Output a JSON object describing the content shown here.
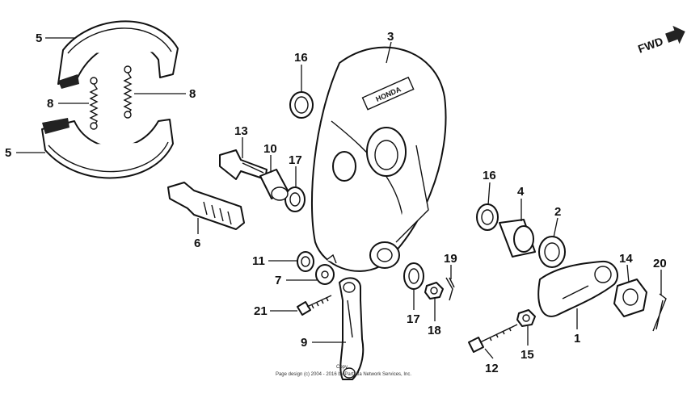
{
  "diagram": {
    "direction_label": "FWD",
    "copyright_line1": "Copy",
    "copyright_line2": "Page design (c) 2004 - 2016 by Partzilla Network Services, Inc.",
    "brand_plate": "HONDA",
    "callouts": {
      "c5a": "5",
      "c5b": "5",
      "c8a": "8",
      "c8b": "8",
      "c3": "3",
      "c16a": "16",
      "c16b": "16",
      "c13": "13",
      "c10": "10",
      "c17a": "17",
      "c17b": "17",
      "c6": "6",
      "c11": "11",
      "c7": "7",
      "c21": "21",
      "c9": "9",
      "c19": "19",
      "c18": "18",
      "c4": "4",
      "c2": "2",
      "c14": "14",
      "c20": "20",
      "c1": "1",
      "c15": "15",
      "c12": "12"
    }
  }
}
